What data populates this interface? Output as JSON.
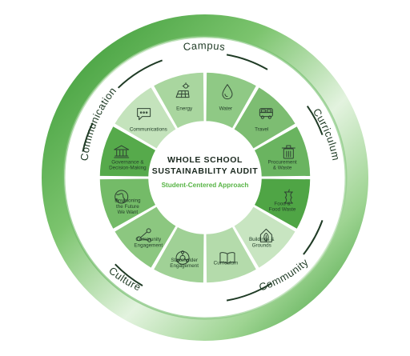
{
  "center": {
    "title_line1": "WHOLE SCHOOL",
    "title_line2": "SUSTAINABILITY AUDIT",
    "subtitle": "Student-Centered Approach"
  },
  "rings": {
    "campus": "Campus",
    "curriculum": "Curriculum",
    "community": "Community",
    "culture": "Culture",
    "communication": "Communication"
  },
  "segments": [
    {
      "id": "water",
      "lines": [
        "Water"
      ],
      "icon": "water-drop-icon",
      "color": "#8fc985"
    },
    {
      "id": "travel",
      "lines": [
        "Travel"
      ],
      "icon": "bus-icon",
      "color": "#7dbd72"
    },
    {
      "id": "procurement-waste",
      "lines": [
        "Procurement",
        "& Waste"
      ],
      "icon": "trash-bin-icon",
      "color": "#6ab460"
    },
    {
      "id": "food-waste",
      "lines": [
        "Food &",
        "Food Waste"
      ],
      "icon": "apple-core-icon",
      "color": "#4fa545"
    },
    {
      "id": "buildings-grounds",
      "lines": [
        "Buildings &",
        "Grounds"
      ],
      "icon": "leaf-house-icon",
      "color": "#c8e5c1"
    },
    {
      "id": "curriculum",
      "lines": [
        "Curriculum"
      ],
      "icon": "open-book-icon",
      "color": "#b4dbab"
    },
    {
      "id": "stakeholder-engagement",
      "lines": [
        "Stakeholder",
        "Engagement"
      ],
      "icon": "people-network-icon",
      "color": "#a0d196"
    },
    {
      "id": "community-engagement",
      "lines": [
        "Community",
        "Engagement"
      ],
      "icon": "connected-nodes-icon",
      "color": "#8cc780"
    },
    {
      "id": "envisioning",
      "lines": [
        "Envisioning",
        "the Future",
        "We Want"
      ],
      "icon": "globe-icon",
      "color": "#74bb68"
    },
    {
      "id": "governance",
      "lines": [
        "Governance &",
        "Decision-Making"
      ],
      "icon": "courthouse-icon",
      "color": "#56aa4b"
    },
    {
      "id": "communications",
      "lines": [
        "Communications"
      ],
      "icon": "speech-bubble-icon",
      "color": "#c4e3bc"
    },
    {
      "id": "energy",
      "lines": [
        "Energy"
      ],
      "icon": "solar-panel-icon",
      "color": "#a9d69f"
    }
  ],
  "colors": {
    "outer_ring_dark": "#3f9c3a",
    "outer_ring_light": "#d3ecce",
    "accent_green": "#58b446",
    "divider_dark": "#1f3b25"
  }
}
